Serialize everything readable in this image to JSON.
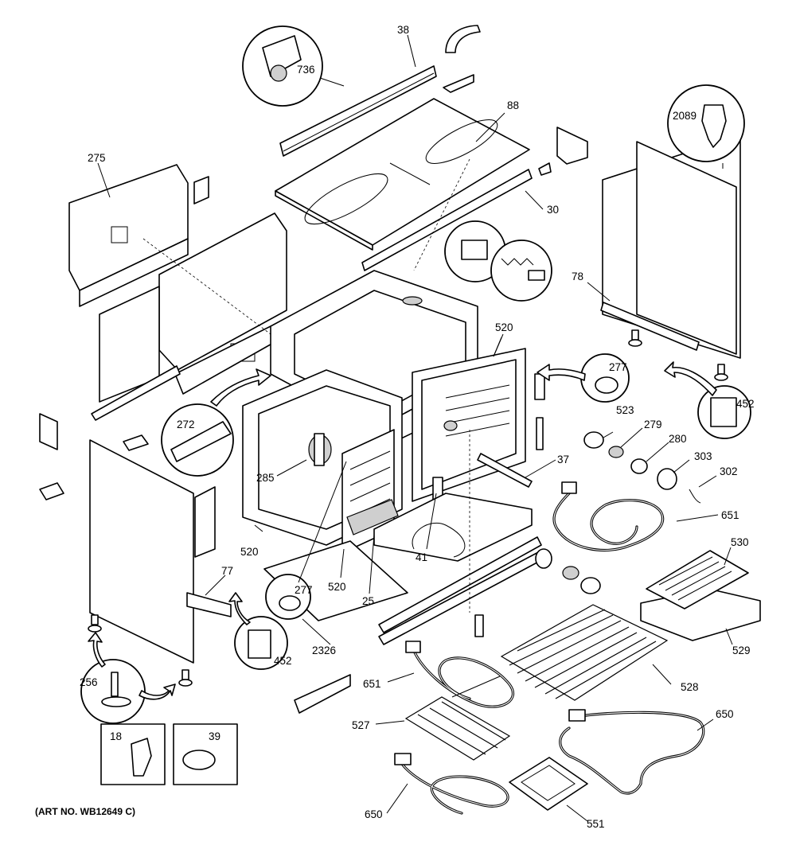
{
  "art_number": "(ART NO. WB12649 C)",
  "part_labels": {
    "p38": "38",
    "p736": "736",
    "p88": "88",
    "p2089": "2089",
    "p275": "275",
    "p30": "30",
    "p78": "78",
    "p520a": "520",
    "p277a": "277",
    "p452a": "452",
    "p272": "272",
    "p523": "523",
    "p279": "279",
    "p280": "280",
    "p303": "303",
    "p302": "302",
    "p37": "37",
    "p285": "285",
    "p651a": "651",
    "p530": "530",
    "p520b": "520",
    "p41": "41",
    "p77": "77",
    "p277b": "277",
    "p520c": "520",
    "p25": "25",
    "p529": "529",
    "p452b": "452",
    "p2326": "2326",
    "p256": "256",
    "p651b": "651",
    "p528": "528",
    "p18": "18",
    "p39": "39",
    "p527": "527",
    "p650a": "650",
    "p650b": "650",
    "p551": "551"
  }
}
